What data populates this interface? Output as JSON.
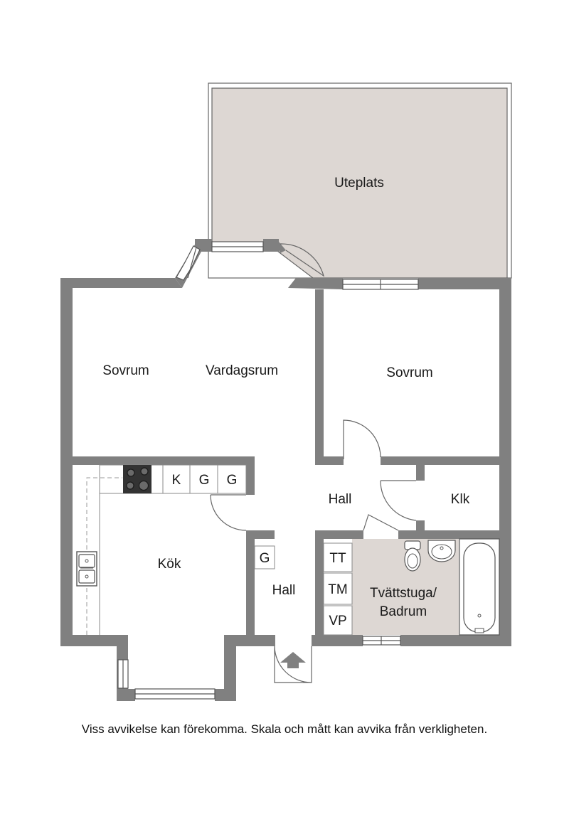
{
  "rooms": {
    "uteplats": "Uteplats",
    "sovrum_left": "Sovrum",
    "vardagsrum": "Vardagsrum",
    "sovrum_right": "Sovrum",
    "hall_upper": "Hall",
    "klk": "Klk",
    "kok": "Kök",
    "hall_lower": "Hall",
    "tvattstuga_line1": "Tvättstuga/",
    "tvattstuga_line2": "Badrum"
  },
  "fixtures": {
    "k": "K",
    "g1": "G",
    "g2": "G",
    "g_hall": "G",
    "tt": "TT",
    "tm": "TM",
    "vp": "VP"
  },
  "disclaimer": "Viss avvikelse kan förekomma. Skala och mått kan avvika från verkligheten.",
  "colors": {
    "wall": "#808080",
    "terrace": "#ddd7d3",
    "bathroom_floor": "#ddd7d3"
  },
  "icons": {
    "entrance": "entrance-arrow-icon",
    "stove": "stove-icon",
    "sink": "kitchen-sink-icon",
    "toilet": "toilet-icon",
    "washbasin": "washbasin-icon",
    "bathtub": "bathtub-icon"
  }
}
